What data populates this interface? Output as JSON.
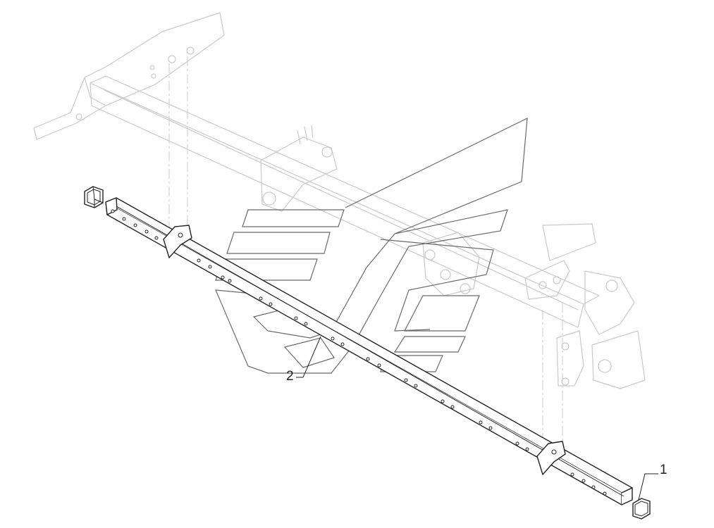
{
  "callouts": [
    {
      "id": "1",
      "label": "1"
    },
    {
      "id": "2",
      "label": "2"
    }
  ],
  "icons": {
    "watermark": "brand-logo-icon"
  },
  "colors": {
    "part_line": "#222222",
    "background_line": "#c9c9c9",
    "watermark": "#6a6a6a"
  }
}
